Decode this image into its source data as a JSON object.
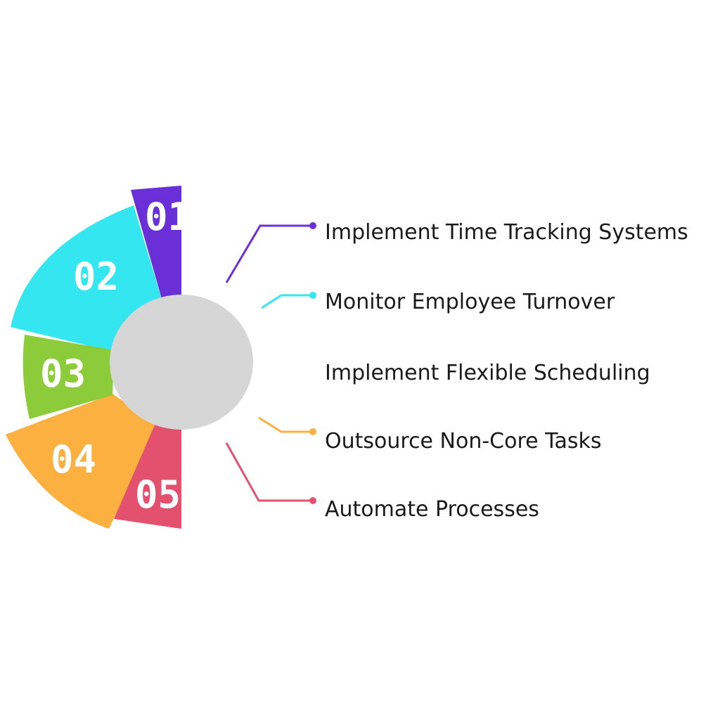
{
  "steps": [
    {
      "number": "01",
      "label": "Implement Time Tracking Systems",
      "color": "#6a2fd6"
    },
    {
      "number": "02",
      "label": "Monitor Employee Turnover",
      "color": "#33e6ef"
    },
    {
      "number": "03",
      "label": "Implement Flexible Scheduling",
      "color": "#8ccb3a"
    },
    {
      "number": "04",
      "label": "Outsource Non-Core Tasks",
      "color": "#fbb03f"
    },
    {
      "number": "05",
      "label": "Automate Processes",
      "color": "#e4516e"
    }
  ],
  "hub_color": "#d6d6d6"
}
